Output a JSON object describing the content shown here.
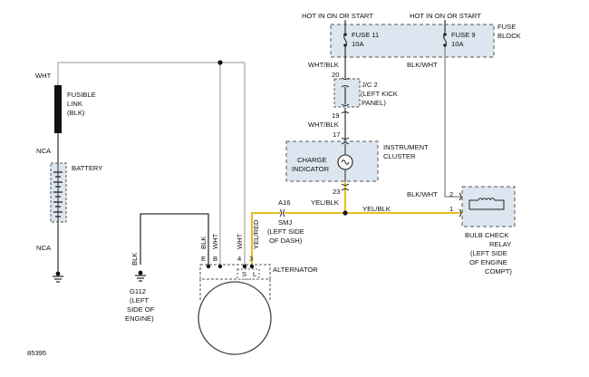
{
  "diagram_id": "85395",
  "labels": {
    "hot_left": "HOT IN ON OR START",
    "hot_right": "HOT IN ON OR START",
    "fuse11_name": "FUSE 11",
    "fuse11_amp": "10A",
    "fuse9_name": "FUSE 9",
    "fuse9_amp": "10A",
    "fuse_block_1": "FUSE",
    "fuse_block_2": "BLOCK",
    "wire_wht_blk_top": "WHT/BLK",
    "wire_blk_wht_top": "BLK/WHT",
    "pin_20": "20",
    "jc2_1": "J/C 2",
    "jc2_2": "(LEFT KICK",
    "jc2_3": "PANEL)",
    "pin_19": "19",
    "wire_wht_blk_mid": "WHT/BLK",
    "pin_17": "17",
    "charge_1": "CHARGE",
    "charge_2": "INDICATOR",
    "cluster_1": "INSTRUMENT",
    "cluster_2": "CLUSTER",
    "pin_23": "23",
    "wire_yel_blk_a": "YEL/BLK",
    "wire_yel_blk_b": "YEL/BLK",
    "a16": "A16",
    "smj_1": "SMJ",
    "smj_2": "(LEFT SIDE",
    "smj_3": "OF DASH)",
    "wire_blk_wht_relay": "BLK/WHT",
    "relay_pin_2": "2",
    "relay_pin_1": "1",
    "relay_1": "BULB CHECK",
    "relay_2": "RELAY",
    "relay_3": "(LEFT SIDE",
    "relay_4": "OF ENGINE",
    "relay_5": "COMPT)",
    "wht_top": "WHT",
    "fusible_1": "FUSIBLE",
    "fusible_2": "LINK",
    "fusible_3": "(BLK)",
    "nca_top": "NCA",
    "battery": "BATTERY",
    "nca_bottom": "NCA",
    "alt_wire_blk": "BLK",
    "alt_wire_wht": "WHT",
    "alt_wire_wht2": "WHT",
    "alt_wire_yelred": "YEL/RED",
    "gnd_wire_blk": "BLK",
    "term_e": "E",
    "term_b": "B",
    "term_4": "4",
    "term_3": "3",
    "term_s": "S",
    "term_l": "L",
    "alternator": "ALTERNATOR",
    "g112_1": "G112",
    "g112_2": "(LEFT",
    "g112_3": "SIDE OF",
    "g112_4": "ENGINE)"
  },
  "colors": {
    "line": "#333333",
    "yellow_wire": "#e8b400",
    "gray_wire": "#aaaaaa",
    "box_fill": "#dce6f0",
    "box_border": "#555555",
    "fuse_element": "#111111"
  }
}
